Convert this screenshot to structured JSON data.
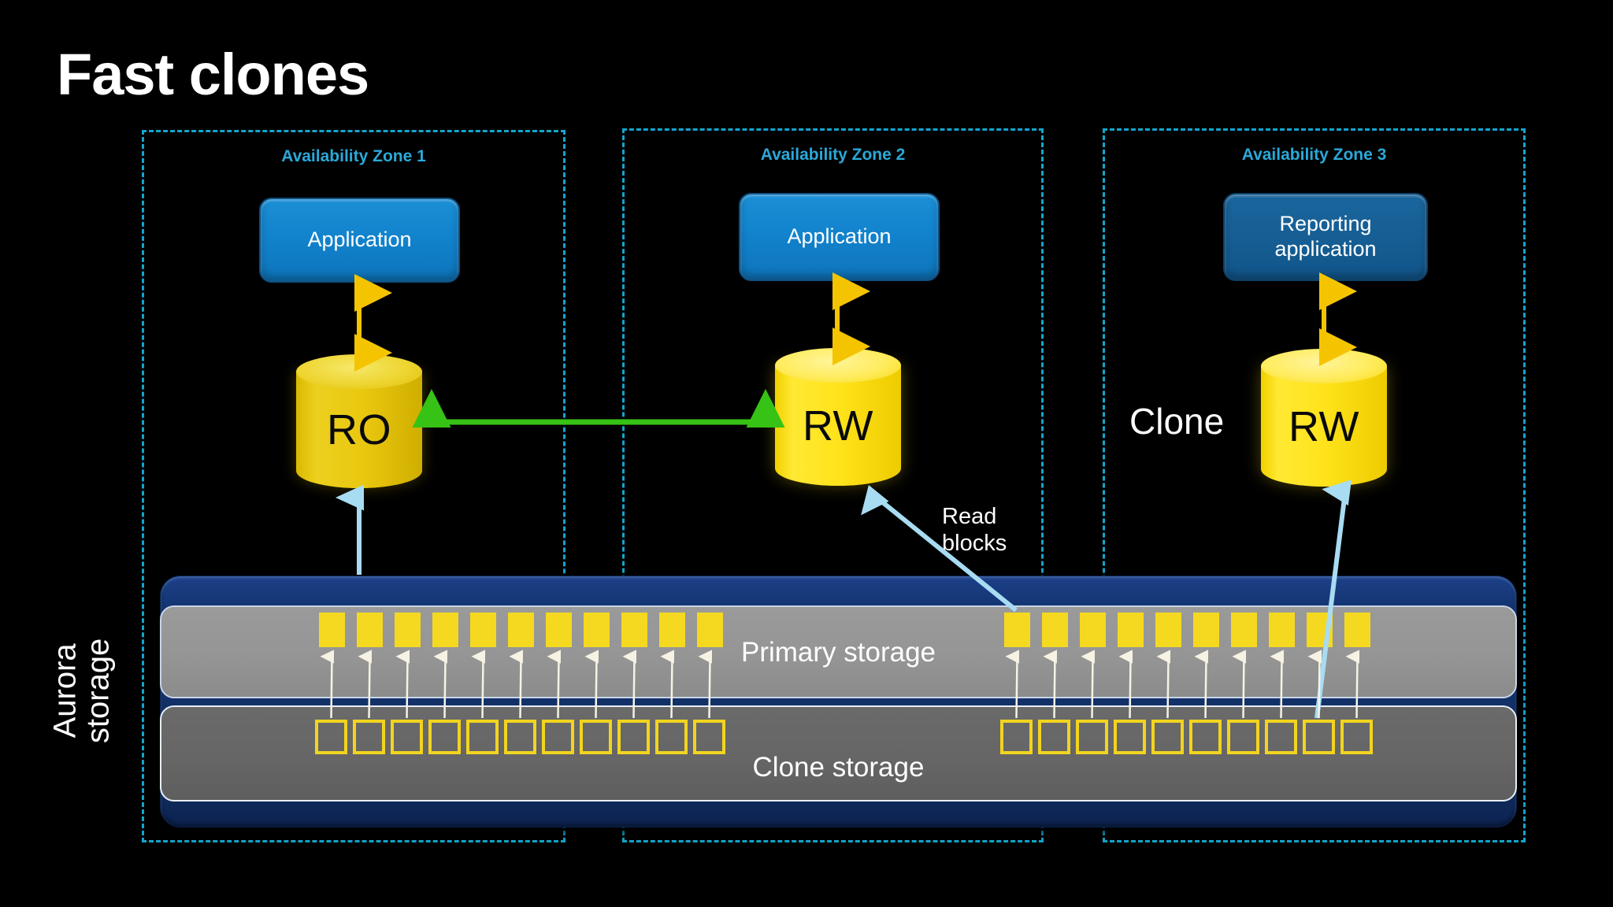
{
  "slide": {
    "title": "Fast clones",
    "background_color": "#000000"
  },
  "colors": {
    "az_border": "#13a5cc",
    "az_label": "#2aa9d8",
    "app_box_bright": "#1283cd",
    "app_box_dark": "#165f95",
    "cylinder_gold": "#e9c70f",
    "cylinder_bright": "#ffe21a",
    "replication_arrow": "#37c216",
    "app_arrow": "#f5c400",
    "read_arrow": "#a8dcf2",
    "block_fill": "#f5d920",
    "block_outline": "#f2d41f",
    "storage_frame": "#123169",
    "primary_bar": "#959595",
    "clone_bar": "#666666",
    "title_text": "#ffffff"
  },
  "zones": [
    {
      "id": "az1",
      "label": "Availability Zone 1",
      "app": {
        "label": "Application",
        "style": "bright"
      },
      "db": {
        "label": "RO",
        "style": "gold"
      }
    },
    {
      "id": "az2",
      "label": "Availability Zone 2",
      "app": {
        "label": "Application",
        "style": "bright"
      },
      "db": {
        "label": "RW",
        "style": "bright"
      }
    },
    {
      "id": "az3",
      "label": "Availability Zone 3",
      "app": {
        "label": "Reporting application",
        "line1": "Reporting",
        "line2": "application",
        "style": "dark"
      },
      "db": {
        "label": "RW",
        "style": "bright"
      },
      "tag": "Clone"
    }
  ],
  "storage": {
    "side_label_line1": "Aurora",
    "side_label_line2": "storage",
    "primary": {
      "label": "Primary storage",
      "groups": [
        {
          "id": "primary-left",
          "block_count": 11,
          "fill": "filled"
        },
        {
          "id": "primary-right",
          "block_count": 10,
          "fill": "filled"
        }
      ]
    },
    "clone": {
      "label": "Clone storage",
      "groups": [
        {
          "id": "clone-left",
          "block_count": 11,
          "fill": "hollow"
        },
        {
          "id": "clone-right",
          "block_count": 10,
          "fill": "hollow"
        }
      ]
    }
  },
  "annotations": [
    {
      "id": "read-blocks",
      "line1": "Read",
      "line2": "blocks"
    }
  ],
  "arrows": [
    {
      "id": "app-db-az1",
      "kind": "double",
      "color": "#f5c400"
    },
    {
      "id": "app-db-az2",
      "kind": "double",
      "color": "#f5c400"
    },
    {
      "id": "app-db-az3",
      "kind": "double",
      "color": "#f5c400"
    },
    {
      "id": "ro-rw-replication",
      "kind": "double",
      "color": "#37c216"
    },
    {
      "id": "primary-to-ro",
      "kind": "single",
      "color": "#a8dcf2"
    },
    {
      "id": "primary-to-rw-az2",
      "kind": "single",
      "color": "#a8dcf2"
    },
    {
      "id": "clone-to-rw-az3",
      "kind": "single",
      "color": "#a8dcf2"
    }
  ]
}
